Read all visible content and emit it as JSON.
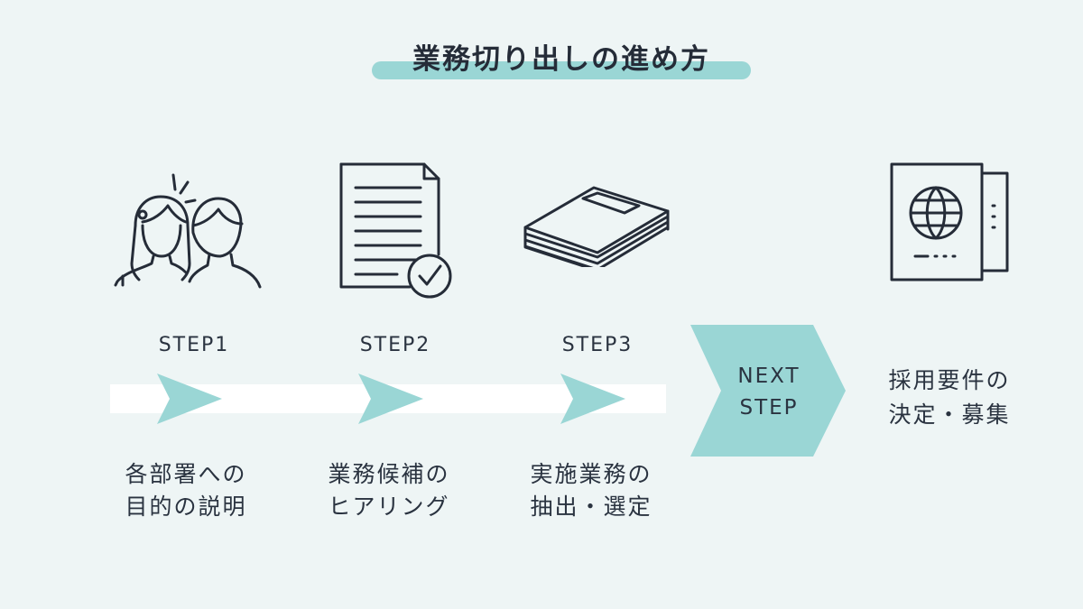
{
  "title": "業務切り出しの進め方",
  "steps": [
    {
      "label": "STEP1",
      "desc_line1": "各部署への",
      "desc_line2": "目的の説明",
      "icon": "two-people-icon"
    },
    {
      "label": "STEP2",
      "desc_line1": "業務候補の",
      "desc_line2": "ヒアリング",
      "icon": "document-check-icon"
    },
    {
      "label": "STEP3",
      "desc_line1": "実施業務の",
      "desc_line2": "抽出・選定",
      "icon": "book-stack-icon"
    }
  ],
  "next_step": {
    "line1": "NEXT",
    "line2": "STEP"
  },
  "final": {
    "line1": "採用要件の",
    "line2": "決定・募集",
    "icon": "passport-icon"
  },
  "colors": {
    "background": "#eef5f5",
    "accent": "#9ad6d5",
    "line": "#252c38",
    "track": "#ffffff"
  }
}
